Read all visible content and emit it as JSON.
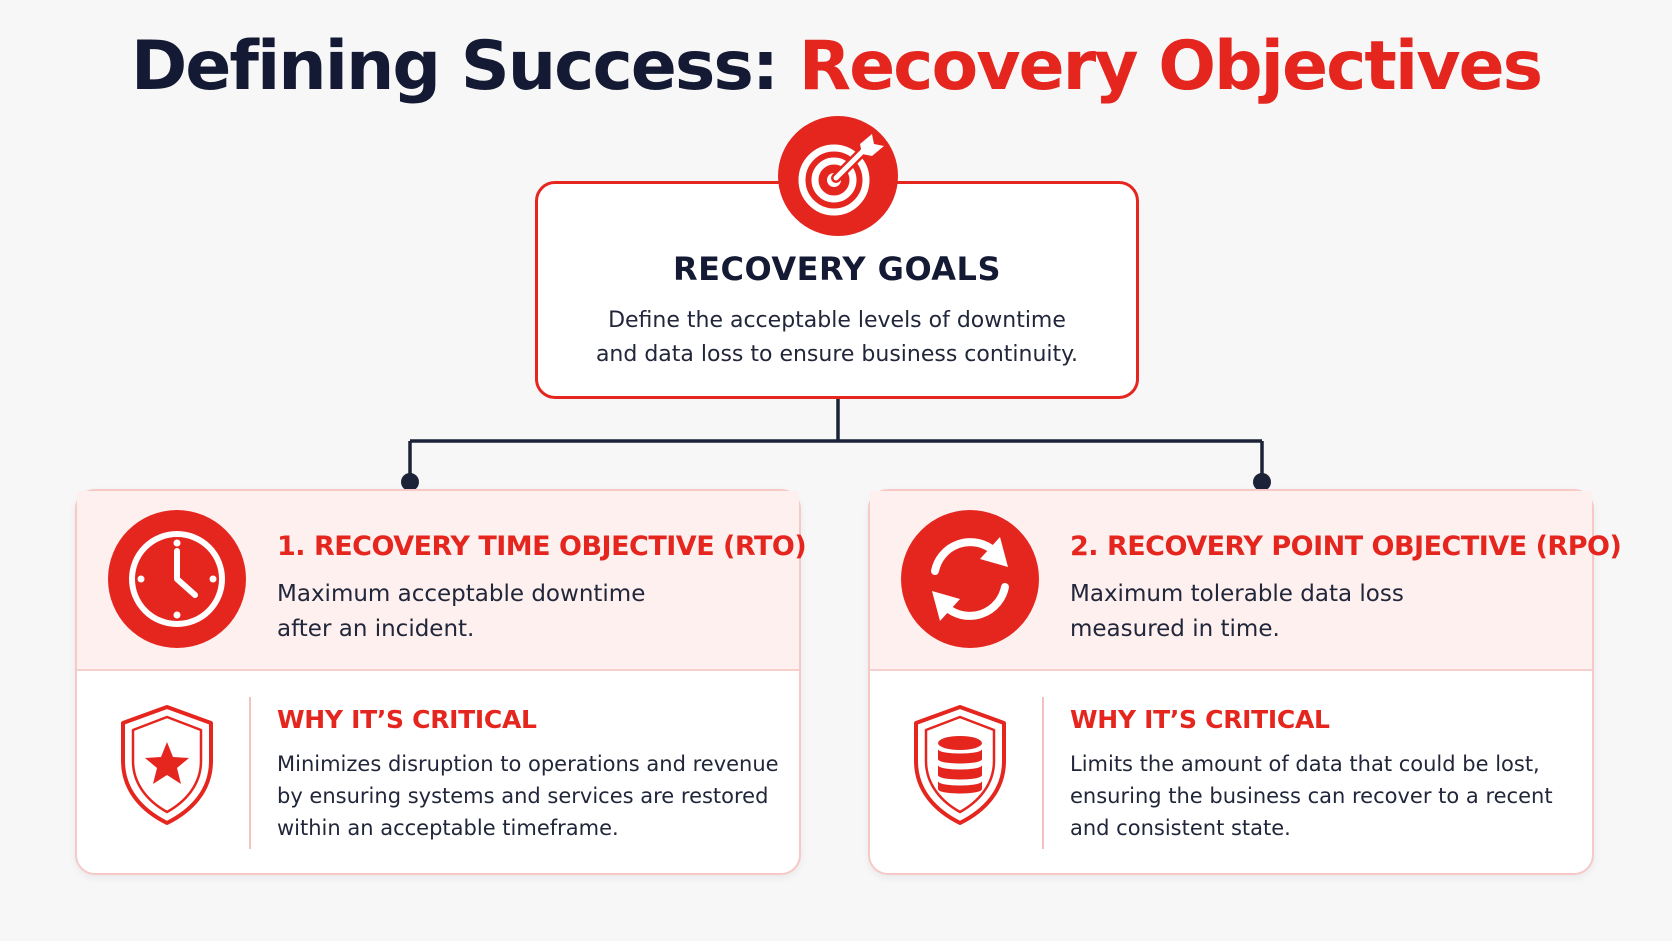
{
  "title": {
    "part1": "Defining Success: ",
    "part2": "Recovery Objectives"
  },
  "goals": {
    "icon": "target-icon",
    "title": "RECOVERY GOALS",
    "description_line1": "Define the acceptable levels of downtime",
    "description_line2": "and data loss to ensure business continuity."
  },
  "objectives": [
    {
      "icon": "clock-icon",
      "heading": "1. RECOVERY TIME OBJECTIVE (RTO)",
      "description_line1": "Maximum acceptable downtime",
      "description_line2": "after an incident.",
      "critical_icon": "shield-star-icon",
      "critical_heading": "WHY IT’S CRITICAL",
      "critical_line1": "Minimizes disruption to operations and revenue",
      "critical_line2": "by ensuring systems and services are restored",
      "critical_line3": "within an acceptable timeframe."
    },
    {
      "icon": "sync-arrows-icon",
      "heading": "2. RECOVERY POINT OBJECTIVE (RPO)",
      "description_line1": "Maximum tolerable data loss",
      "description_line2": "measured in time.",
      "critical_icon": "shield-database-icon",
      "critical_heading": "WHY IT’S CRITICAL",
      "critical_line1": "Limits the amount of data that could be lost,",
      "critical_line2": "ensuring the business can recover to a recent",
      "critical_line3": "and consistent state."
    }
  ],
  "colors": {
    "accent": "#e5261f",
    "navy": "#141a33",
    "card_tint": "#fdf0ef"
  }
}
